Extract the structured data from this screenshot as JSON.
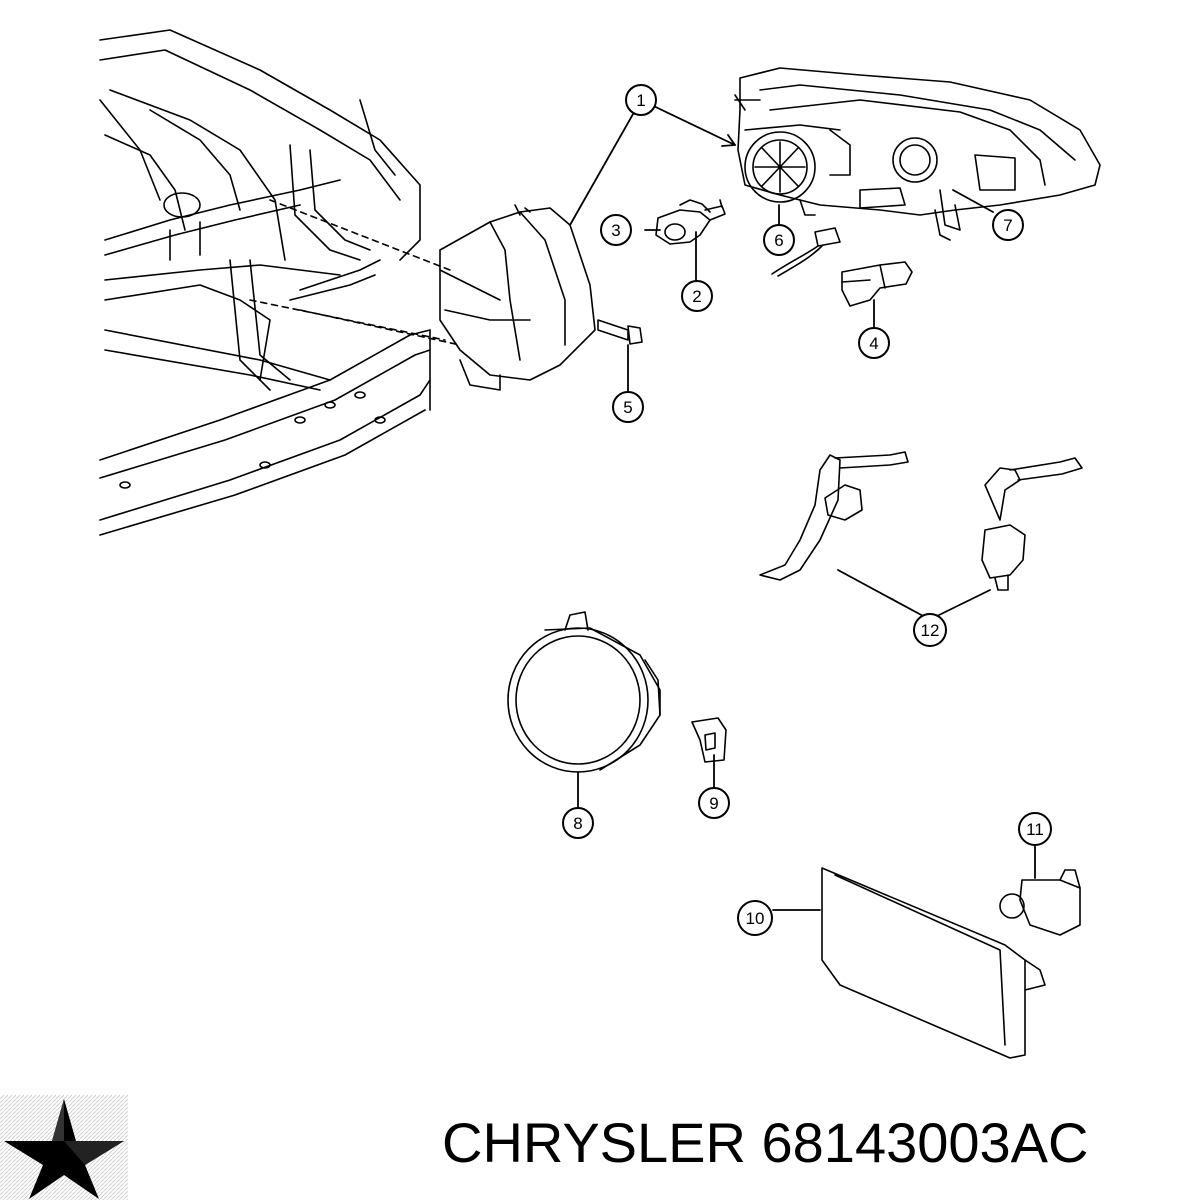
{
  "callouts": [
    {
      "n": "1"
    },
    {
      "n": "2"
    },
    {
      "n": "3"
    },
    {
      "n": "4"
    },
    {
      "n": "5"
    },
    {
      "n": "6"
    },
    {
      "n": "7"
    },
    {
      "n": "8"
    },
    {
      "n": "9"
    },
    {
      "n": "10"
    },
    {
      "n": "11"
    },
    {
      "n": "12"
    }
  ],
  "footer": {
    "brand": "CHRYSLER",
    "part_number": "68143003AC",
    "logo_icon": "chrysler-pentastar-icon"
  }
}
